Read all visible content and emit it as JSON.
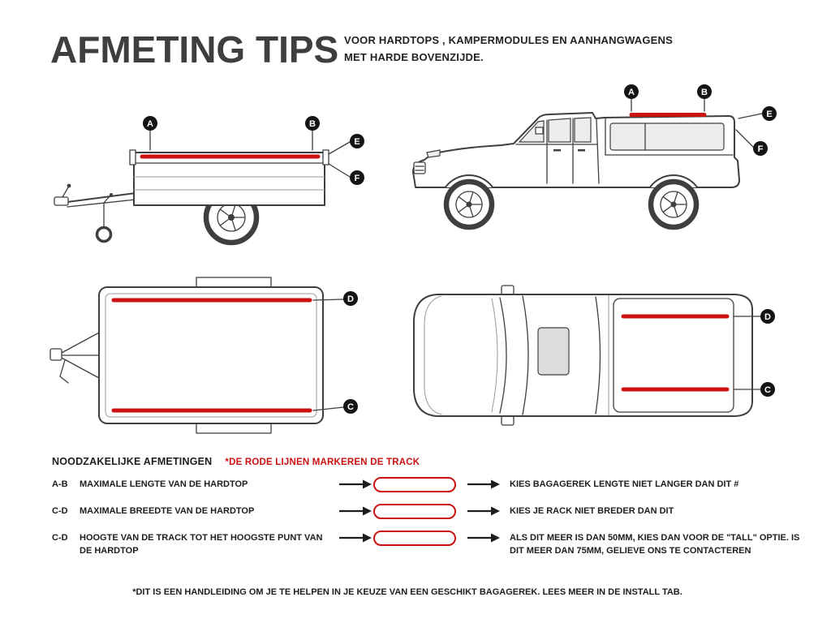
{
  "header": {
    "title": "AFMETING TIPS",
    "subtitle_line1": "VOOR HARDTOPS , KAMPERMODULES EN AANHANGWAGENS",
    "subtitle_line2": "MET HARDE BOVENZIJDE."
  },
  "markers": {
    "a": "A",
    "b": "B",
    "c": "C",
    "d": "D",
    "e": "E",
    "f": "F"
  },
  "section": {
    "heading": "NOODZAKELIJKE AFMETINGEN",
    "legend": "*DE RODE LIJNEN MARKEREN DE TRACK"
  },
  "rows": [
    {
      "code": "A-B",
      "label": "MAXIMALE LENGTE VAN DE HARDTOP",
      "result": "KIES BAGAGEREK LENGTE NIET LANGER DAN DIT #"
    },
    {
      "code": "C-D",
      "label": "MAXIMALE BREEDTE VAN DE HARDTOP",
      "result": "KIES JE RACK NIET BREDER DAN DIT"
    },
    {
      "code": "C-D",
      "label": "HOOGTE VAN DE TRACK TOT HET HOOGSTE PUNT VAN DE HARDTOP",
      "result": "ALS DIT MEER IS DAN 50MM, KIES DAN VOOR DE \"TALL\" OPTIE. IS DIT MEER DAN 75MM, GELIEVE ONS TE CONTACTEREN"
    }
  ],
  "footer": "*DIT IS EEN HANDLEIDING OM JE TE HELPEN IN JE KEUZE VAN EEN GESCHIKT BAGAGEREK. LEES MEER IN DE INSTALL TAB.",
  "colors": {
    "track_red": "#cc1111",
    "ink": "#3f3f3f"
  }
}
